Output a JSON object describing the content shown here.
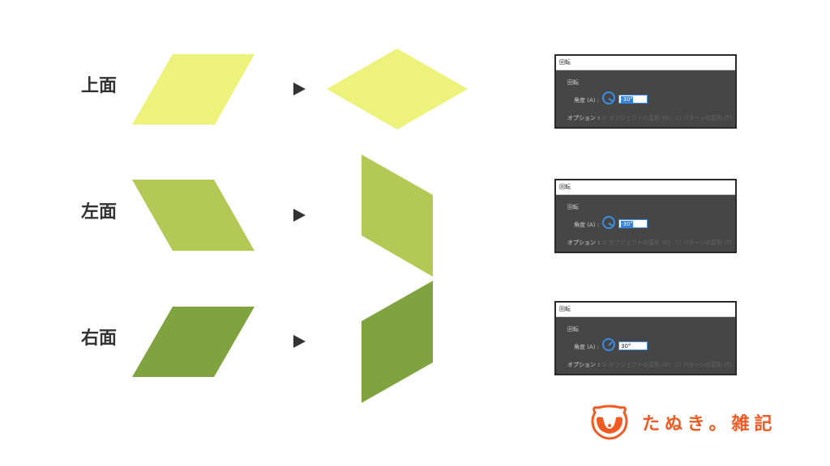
{
  "faces": [
    {
      "label": "上面",
      "color": "#ecf27a",
      "angle": "-30°",
      "selected": true
    },
    {
      "label": "左面",
      "color": "#b4c856",
      "angle": "-30°",
      "selected": true
    },
    {
      "label": "右面",
      "color": "#7fa33f",
      "angle": "30°",
      "selected": false
    }
  ],
  "dialog": {
    "title": "回転",
    "section": "回転",
    "angle_label": "角度 (A) :",
    "options_label": "オプション :",
    "option1": "☑ オブジェクトの変形 (O)",
    "option2": "☐ パターンの変形 (T)"
  },
  "logo": {
    "text": "たぬき。雑記",
    "color": "#f15a22"
  }
}
